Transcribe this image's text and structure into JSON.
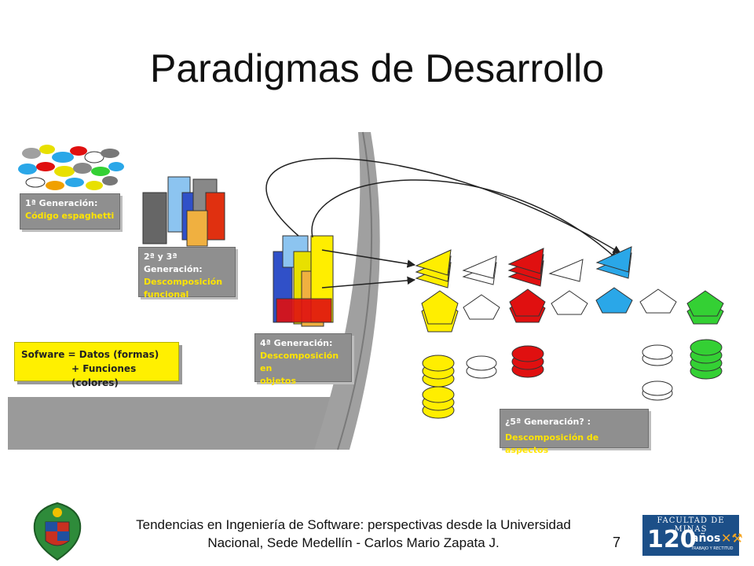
{
  "title": "Paradigmas de Desarrollo",
  "panels": {
    "gen1": {
      "head": "1ª Generación:",
      "body": "Código espaghetti"
    },
    "gen23": {
      "head": "2ª y 3ª Generación:",
      "body1": "Descomposición",
      "body2": "funcional"
    },
    "gen4": {
      "head": "4ª Generación:",
      "body1": "Descomposición en",
      "body2": "objetos"
    },
    "gen5": {
      "head": "¿5ª Generación? :",
      "body": "Descomposición  de aspectos"
    }
  },
  "formula": {
    "line1": "Sofware =  Datos (formas)",
    "line2": "+ Funciones (colores)"
  },
  "footer": {
    "line1": "Tendencias en Ingeniería de Software: perspectivas desde la Universidad",
    "line2": "Nacional, Sede Medellín - Carlos Mario Zapata J."
  },
  "page_number": "7",
  "logo": {
    "line1": "FACULTAD DE MINAS",
    "number": "120",
    "suffix": "años",
    "motto": "TRABAJO Y RECTITUD"
  },
  "colors": {
    "yellow": "#ffee00",
    "red": "#e01010",
    "blue": "#2aa7e8",
    "green": "#34d034",
    "gray_panel": "#8f8f8f",
    "logo_blue": "#1c4f88"
  },
  "icons": [
    "university-crest-icon",
    "faculty-logo-icon"
  ]
}
